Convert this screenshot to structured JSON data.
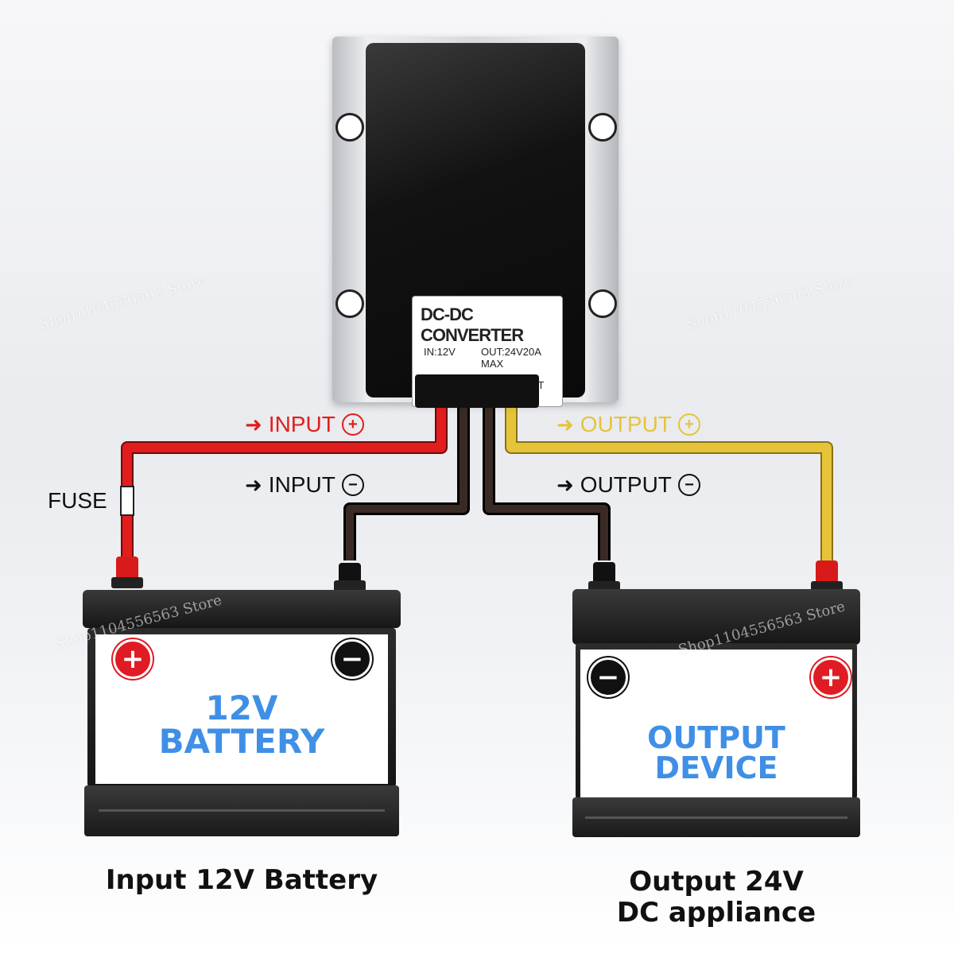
{
  "converter": {
    "title": "DC-DC CONVERTER",
    "input_spec": "IN:12V",
    "output_spec": "OUT:24V20A MAX",
    "in_label": "IN",
    "in_polarity": "⊕⊖",
    "out_polarity": "⊖⊕",
    "out_label": "OUT"
  },
  "wire_labels": {
    "input_positive": {
      "text": "INPUT",
      "sign": "+"
    },
    "input_negative": {
      "text": "INPUT",
      "sign": "−"
    },
    "output_positive": {
      "text": "OUTPUT",
      "sign": "+"
    },
    "output_negative": {
      "text": "OUTPUT",
      "sign": "−"
    },
    "arrow": "➜"
  },
  "fuse_label": "FUSE",
  "battery_input": {
    "line1": "12V",
    "line2": "BATTERY",
    "plus": "+",
    "minus": "−"
  },
  "battery_output": {
    "line1": "OUTPUT",
    "line2": "DEVICE",
    "plus": "+",
    "minus": "−"
  },
  "captions": {
    "input": "Input 12V Battery",
    "output_line1": "Output 24V",
    "output_line2": "DC appliance"
  },
  "watermark": "Shop1104556563 Store",
  "colors": {
    "positive_input_wire": "#e21d1d",
    "positive_output_wire": "#e6c43a",
    "negative_wire": "#1a1a1a",
    "battery_text": "#3f8fe6",
    "plus_sign": "#e01b24"
  }
}
